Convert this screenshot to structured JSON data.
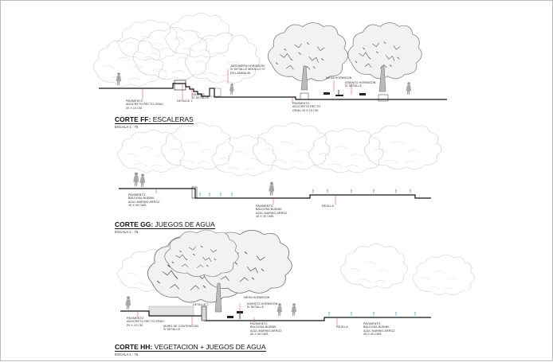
{
  "sections": [
    {
      "title_bold": "CORTE FF:",
      "title_rest": "ESCALERAS",
      "scale": "ESCALA 1 : 75",
      "labels": {
        "paving": [
          "PAVIMENTO",
          "ADOCRETO RECTO GRAU",
          "20 X 10 CM"
        ],
        "detalle1": [
          "DETALLE 1"
        ],
        "gradas": [
          "GRADAS",
          "s/ DETALLE"
        ],
        "jardinera": [
          "JARDINERA HORMIGON",
          "s/ DETALLE MODULO 07",
          "EN LAMINA 56"
        ],
        "paving2": [
          "PAVIMENTO",
          "ADOCRETO RECTO",
          "GRAU 20 X 10 cm."
        ],
        "mesa": [
          "MESA HORMIGON"
        ],
        "asiento": [
          "ASIENTO HORMIGON",
          "s/ DETALLE"
        ]
      }
    },
    {
      "title_bold": "CORTE GG:",
      "title_rest": "JUEGOS DE AGUA",
      "scale": "ESCALA 1 : 75",
      "labels": {
        "paving": [
          "PAVIMENTO",
          "BALDOSA BUDNIK",
          "AZUL MARINO ARROZ",
          "40 x 40 cms."
        ],
        "paving2": [
          "PAVIMENTO",
          "BALDOSA BUDNIK",
          "AZUL MARINO ARROZ",
          "40 x 40 cms."
        ],
        "rejilla": [
          "REJILLA"
        ]
      }
    },
    {
      "title_bold": "CORTE HH:",
      "title_rest": "VEGETACION + JUEGOS DE AGUA",
      "scale": "ESCALA 1 : 75",
      "labels": {
        "paving": [
          "PAVIMENTO",
          "ADOCRETO RECTO GRAU",
          "20 X 10 CM"
        ],
        "muro": [
          "MURO DE CONTENCION",
          "s/ DETALLE"
        ],
        "detalle2": [
          "DETALLE 2"
        ],
        "mesa": [
          "MESA HORMIGON"
        ],
        "asiento": [
          "ASIENTO HORMIGON",
          "s/ DETALLE"
        ],
        "paving2": [
          "PAVIMENTO",
          "BALDOSA BUDNIK",
          "AZUL MARINO ARROZ",
          "40 x 40 cms."
        ],
        "rejilla": [
          "REJILLA"
        ],
        "paving3": [
          "PAVIMENTO",
          "BALDOSA BUDNIK",
          "AZUL MARINO ARROZ",
          "40 x 40 cms."
        ]
      }
    }
  ],
  "colors": {
    "ground": "#111111",
    "tree_outline": "#c9c9c9",
    "tree_dense": "#8a8a8a",
    "water_jet": "#3aa0d8",
    "leader": "#d23a3a"
  },
  "icons": [
    "tree-icon",
    "person-icon",
    "water-jet-icon",
    "bench-icon"
  ]
}
